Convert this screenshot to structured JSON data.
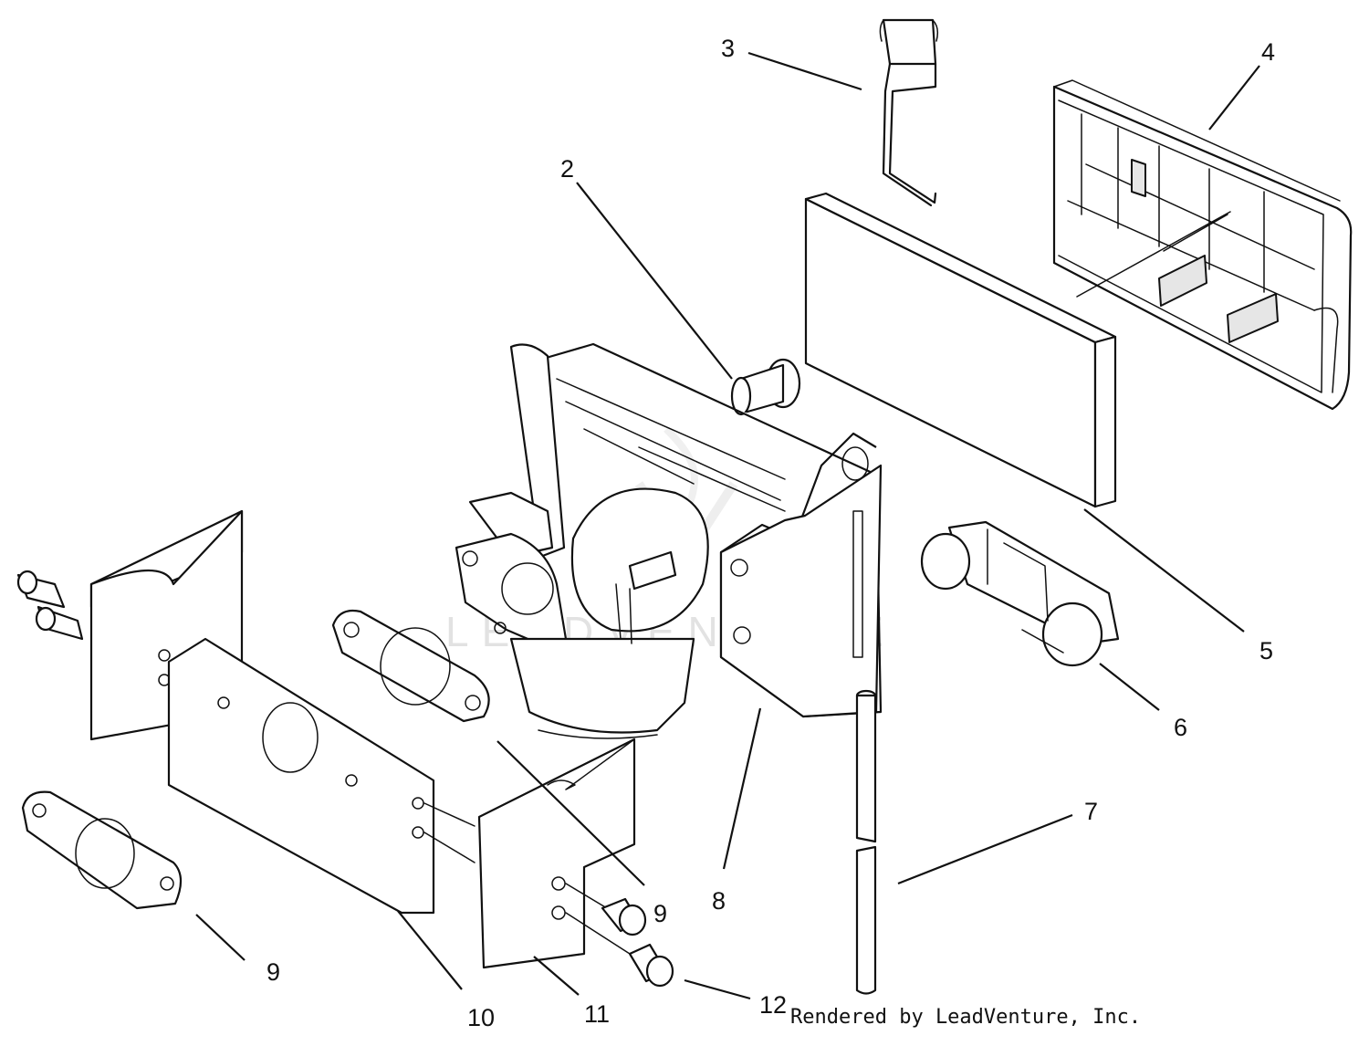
{
  "diagram": {
    "watermark": "LEADVENTURE",
    "credit": "Rendered by LeadVenture, Inc.",
    "callouts": [
      {
        "id": "c3",
        "label": "3"
      },
      {
        "id": "c4",
        "label": "4"
      },
      {
        "id": "c2",
        "label": "2"
      },
      {
        "id": "c5",
        "label": "5"
      },
      {
        "id": "c6",
        "label": "6"
      },
      {
        "id": "c7",
        "label": "7"
      },
      {
        "id": "c8",
        "label": "8"
      },
      {
        "id": "c9a",
        "label": "9"
      },
      {
        "id": "c9b",
        "label": "9"
      },
      {
        "id": "c10",
        "label": "10"
      },
      {
        "id": "c11",
        "label": "11"
      },
      {
        "id": "c12",
        "label": "12"
      }
    ]
  }
}
